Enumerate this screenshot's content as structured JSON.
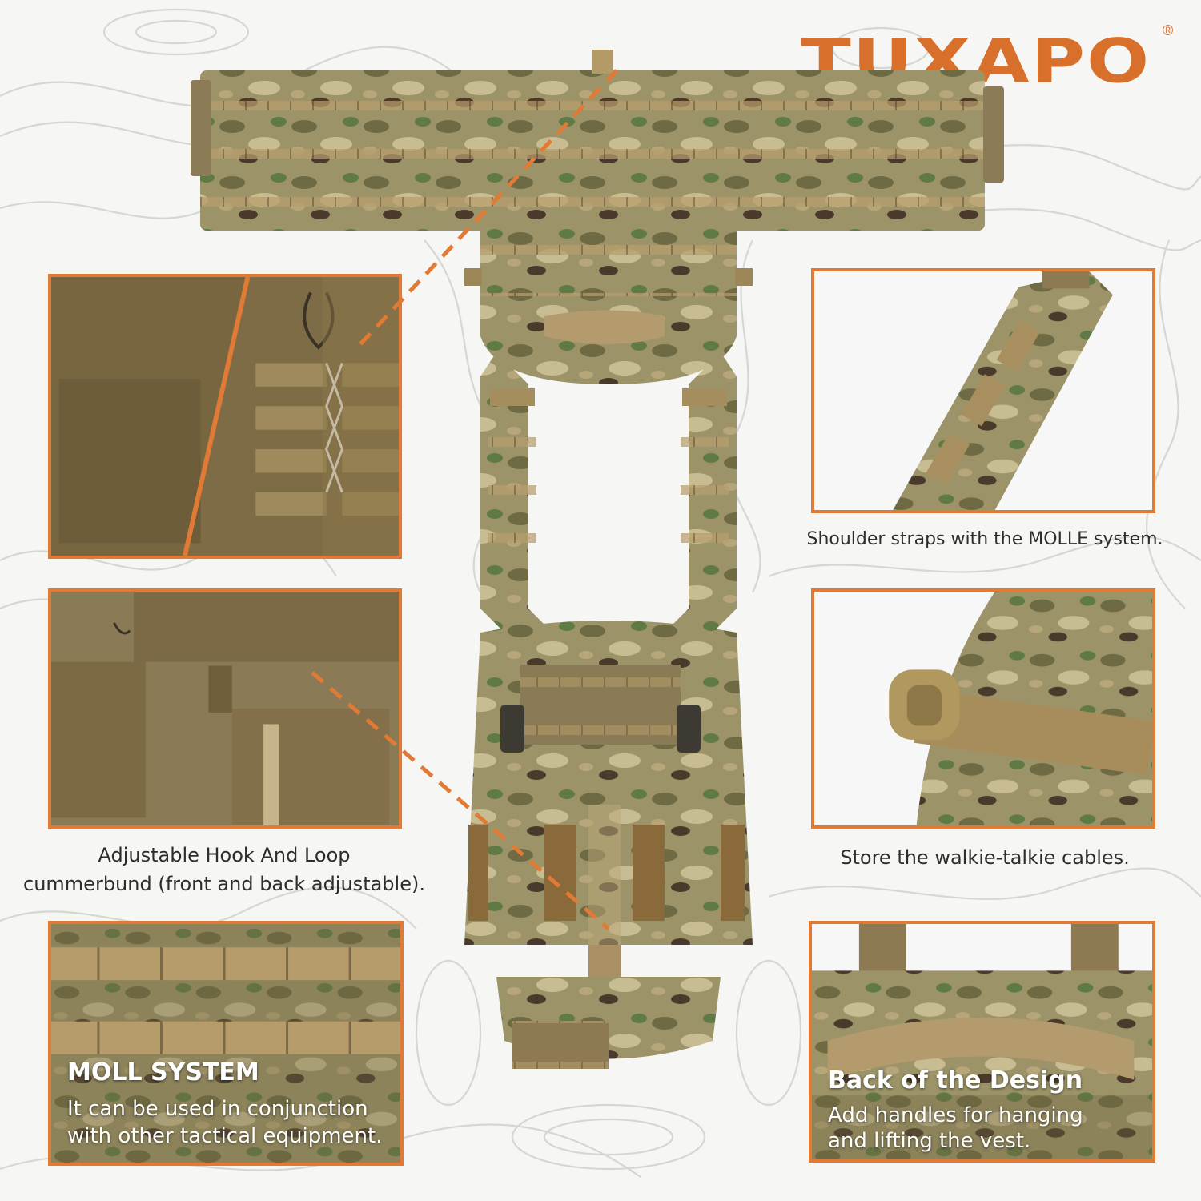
{
  "brand": {
    "name": "TUXAPO",
    "registered_mark": "®",
    "color": "#d8702b"
  },
  "accent_color": "#e07a35",
  "product": {
    "icon": "plate-carrier-vest-icon"
  },
  "panels": {
    "cummerbund_lacing": {
      "icon": "bungee-lacing-icon"
    },
    "cummerbund_adjust": {
      "icon": "hook-and-loop-icon",
      "caption_line1": "Adjustable Hook And Loop",
      "caption_line2": "cummerbund (front and back adjustable)."
    },
    "molle_system": {
      "icon": "molle-webbing-icon",
      "title": "MOLL SYSTEM",
      "text_line1": "It can be used in conjunction",
      "text_line2": "with other tactical equipment."
    },
    "shoulder_straps": {
      "icon": "shoulder-strap-icon",
      "caption": "Shoulder straps with the MOLLE system."
    },
    "cable_keeper": {
      "icon": "cable-keeper-icon",
      "caption": "Store the walkie-talkie cables."
    },
    "back_design": {
      "icon": "drag-handle-icon",
      "title": "Back of the Design",
      "text_line1": "Add handles for hanging",
      "text_line2": "and lifting the vest."
    }
  }
}
